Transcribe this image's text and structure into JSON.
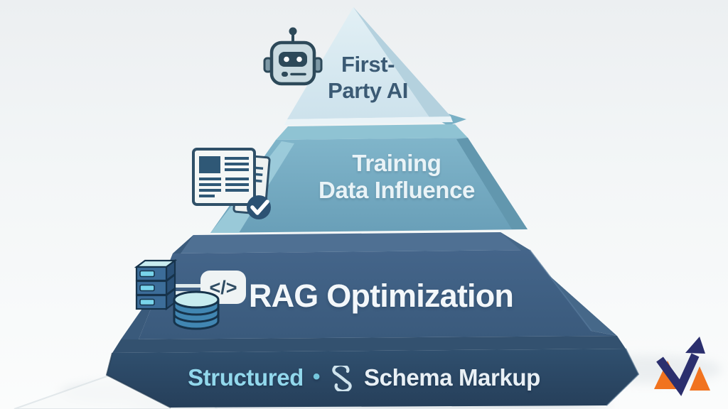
{
  "pyramid": {
    "levels": [
      {
        "id": "first-party-ai",
        "line1": "First-",
        "line2": "Party AI",
        "face_color": "#d4e7ef",
        "text_color": "#3b5a74",
        "icon": "robot-icon"
      },
      {
        "id": "training-data-influence",
        "line1": "Training",
        "line2": "Data Influence",
        "face_color": "#74aac1",
        "text_color": "#e9f3f7",
        "icon": "newspaper-check-icon"
      },
      {
        "id": "rag-optimization",
        "line1": "RAG Optimization",
        "line2": "",
        "face_color": "#3e5f81",
        "text_color": "#f3f7fa",
        "icon": "server-database-code-icon"
      }
    ],
    "base": {
      "id": "structured-schema-markup",
      "left_label": "Structured",
      "separator": "•",
      "right_label": "Schema Markup",
      "face_color": "#2e4a66",
      "left_color": "#92d8ec",
      "right_color": "#e9f0f5",
      "icon": "schema-markup-icon"
    }
  },
  "badges": {
    "code_tag": "</>"
  },
  "icons": {
    "level1": "robot-icon",
    "level2": "newspaper-check-icon",
    "level3": [
      "server-stack-icon",
      "database-icon",
      "code-tag-badge"
    ],
    "base": "schema-markup-icon",
    "corner": "m-arrow-logo"
  },
  "colors": {
    "background": "#f2f5f6",
    "level1_face": "#d4e7ef",
    "level2_face": "#74aac1",
    "level3_face": "#3e5f81",
    "base_face": "#2e4a66",
    "structured_text": "#92d8ec",
    "schema_text": "#e9f0f5",
    "logo_orange": "#f1731f",
    "logo_navy": "#2b2f6e"
  }
}
